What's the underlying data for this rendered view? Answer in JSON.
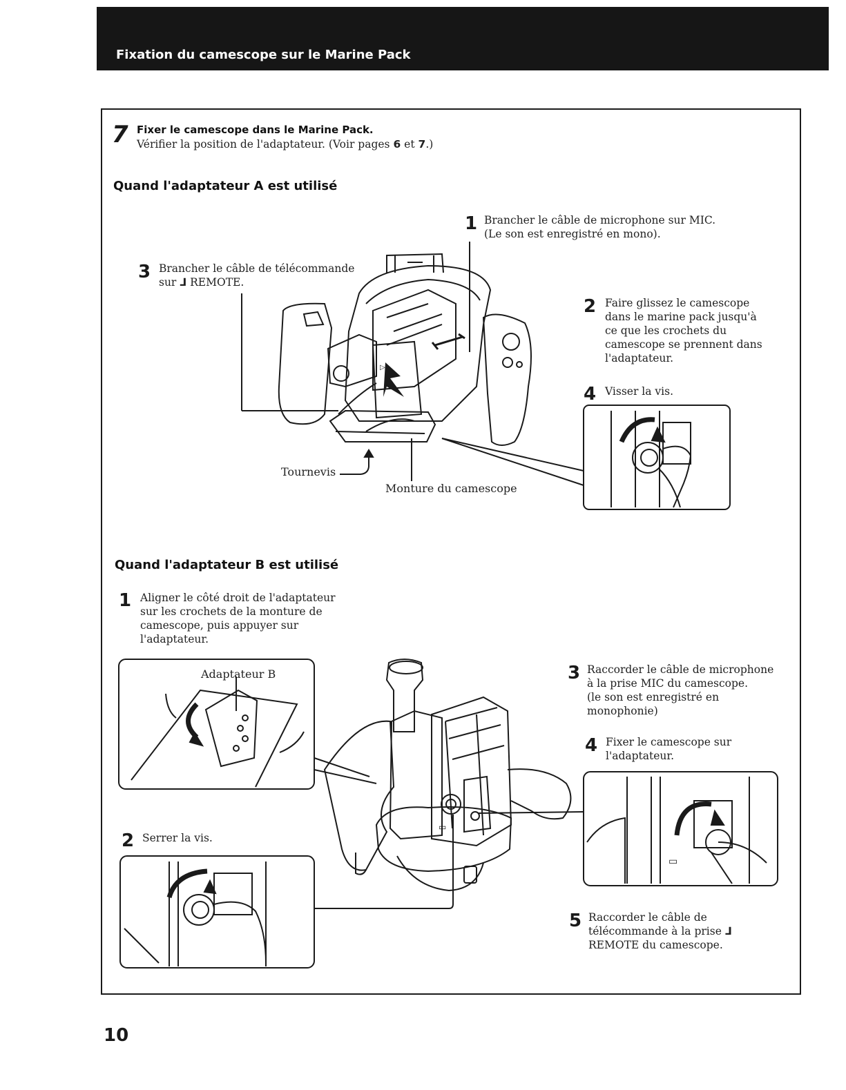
{
  "header": {
    "title": "Fixation du camescope sur le Marine Pack"
  },
  "step7": {
    "number": "7",
    "title": "Fixer le camescope dans le Marine Pack.",
    "text_before": "Vérifier la position de l'adaptateur. (Voir pages ",
    "page_a": "6",
    "text_mid": " et ",
    "page_b": "7",
    "text_after": ".)"
  },
  "sectionA": {
    "title": "Quand l'adaptateur A est utilisé",
    "steps": [
      {
        "number": "1",
        "lines": [
          "Brancher le câble de microphone sur MIC.",
          "(Le son est enregistré en mono)."
        ]
      },
      {
        "number": "2",
        "lines": [
          "Faire glissez le camescope",
          "dans le marine pack jusqu'à",
          "ce que les crochets du",
          "camescope se prennent dans",
          "l'adaptateur."
        ]
      },
      {
        "number": "3",
        "line1": "Brancher le câble de télécommande",
        "line2_prefix": "sur",
        "line2_text": "REMOTE."
      },
      {
        "number": "4",
        "lines": [
          "Visser la vis."
        ]
      }
    ],
    "labels": {
      "screwdriver": "Tournevis",
      "mount": "Monture du camescope"
    }
  },
  "sectionB": {
    "title": "Quand l'adaptateur B est utilisé",
    "steps": [
      {
        "number": "1",
        "lines": [
          "Aligner le côté droit de l'adaptateur",
          "sur les crochets de la monture de",
          "camescope, puis appuyer sur",
          "l'adaptateur."
        ]
      },
      {
        "number": "2",
        "lines": [
          "Serrer la vis."
        ]
      },
      {
        "number": "3",
        "lines": [
          "Raccorder le câble de microphone",
          "à la prise MIC du camescope.",
          "(le son est enregistré en",
          "monophonie)"
        ]
      },
      {
        "number": "4",
        "lines": [
          "Fixer le camescope sur",
          "l'adaptateur."
        ]
      },
      {
        "number": "5",
        "line1": "Raccorder le câble de",
        "line2": "télécommande à la prise",
        "line3": "REMOTE du camescope."
      }
    ],
    "labels": {
      "adapter_b": "Adaptateur B"
    }
  },
  "footer": {
    "page_number": "10"
  },
  "icons": {
    "remote": "remote-jack-icon"
  },
  "colors": {
    "header_bg": "#161616",
    "ink": "#1a1a1a",
    "paper": "#ffffff"
  }
}
